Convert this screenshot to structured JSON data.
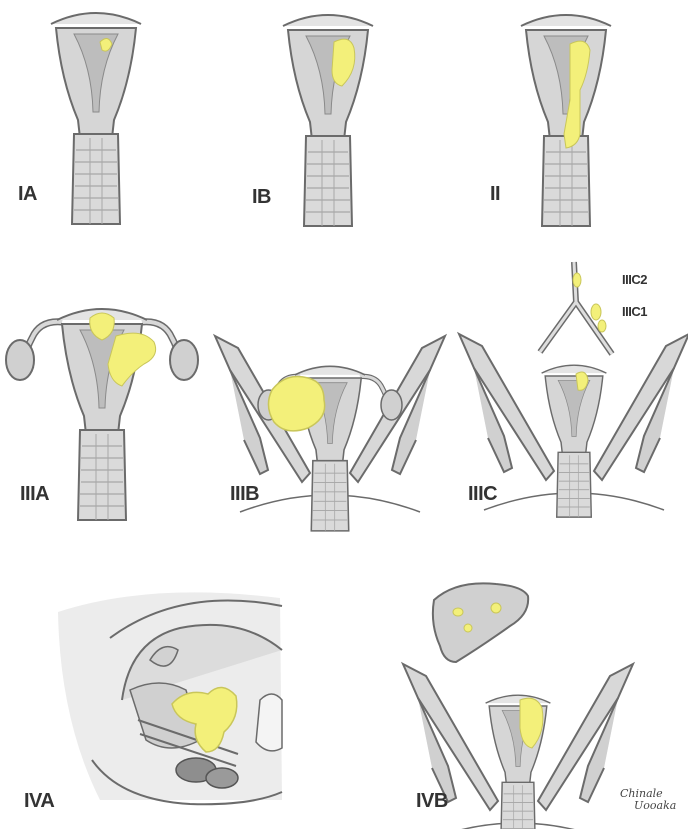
{
  "stages": {
    "ia": "IA",
    "ib": "IB",
    "ii": "II",
    "iiia": "IIIA",
    "iiib": "IIIB",
    "iiic": "IIIC",
    "iiic1": "IIIC1",
    "iiic2": "IIIC2",
    "iva": "IVA",
    "ivb": "IVB"
  },
  "signature": {
    "line1": "Chinale",
    "line2": "Uooaka"
  },
  "colors": {
    "tumor": "#f3f07a",
    "tissue": "#d9d9d9",
    "outline": "#6b6b6b"
  }
}
